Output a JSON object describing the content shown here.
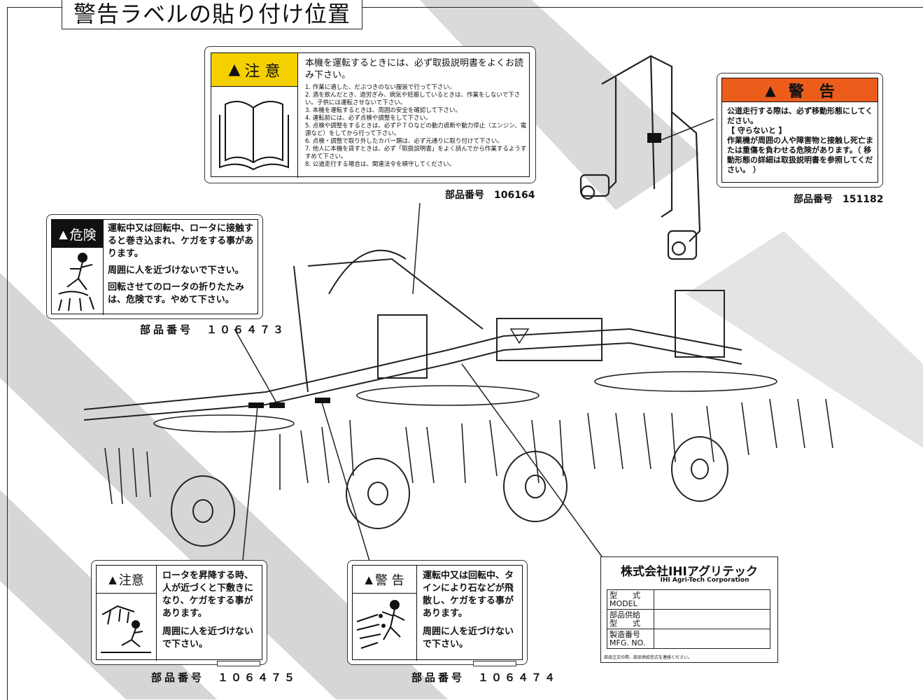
{
  "page": {
    "title": "警告ラベルの貼り付け位置"
  },
  "labels": {
    "caution_main": {
      "signal": "注 意",
      "heading": "本機を運転するときには、必ず取扱説明書をよくお読み下さい。",
      "items": [
        "1. 作業に適した、だぶつきのない服装で行って下さい。",
        "2. 酒を飲んだとき、過労ぎみ、病気や妊娠しているときは、作業をしないで下さい。子供には運転させないで下さい。",
        "3. 本機を運転するときは、周囲の安全を確認して下さい。",
        "4. 運転前には、必ず点検や調整をして下さい。",
        "5. 点検や調整をするときは、必ずＰＴＯなどの動力遮断や動力停止（エンジン、電源など）をしてから行って下さい。",
        "6. 点検・調整で取り外したカバー類は、必ず元通りに取り付けて下さい。",
        "7. 他人に本機を貸すときは、必ず「取扱説明書」をよく読んでから作業するようすすめて下さい。",
        "8. 公道走行する場合は、関連法令を順守してください。"
      ],
      "part_no": "部品番号　106164"
    },
    "warning_road": {
      "signal": "警　告",
      "lines": [
        "公道走行する際は、必ず移動形態にしてください。",
        "【 守らないと 】",
        "作業機が周囲の人や障害物と接触し死亡または重傷を負わせる危険があります。（ 移動形態の詳細は取扱説明書を参照してください。 ）"
      ],
      "part_no": "部品番号　151182"
    },
    "danger_rotor": {
      "signal": "危険",
      "p1": "運転中又は回転中、ロータに接触すると巻き込まれ、ケガをする事があります。",
      "p2": "周囲に人を近づけないで下さい。",
      "p3": "回転させてのロータの折りたたみは、危険です。やめて下さい。",
      "part_no": "部品番号　１０６４７３"
    },
    "caution_lift": {
      "signal": "注意",
      "p1": "ロータを昇降する時、人が近づくと下敷きになり、ケガをする事があります。",
      "p2": "周囲に人を近づけないで下さい。",
      "part_no": "部品番号　１０６４７５"
    },
    "warning_tine": {
      "signal": "警 告",
      "p1": "運転中又は回転中、タインにより石などが飛散し、ケガをする事があります。",
      "p2": "周囲に人を近づけないで下さい。",
      "part_no": "部品番号　１０６４７４"
    },
    "nameplate": {
      "company": "株式会社IHIアグリテック",
      "company_en": "IHI Agri-Tech Corporation",
      "rows": [
        {
          "ja": "型　　式",
          "en": "MODEL"
        },
        {
          "ja": "部品供給",
          "en": "型　　式"
        },
        {
          "ja": "製造番号",
          "en": "MFG. NO."
        }
      ],
      "footer": "部品注文の際、部品供給型式を連絡ください。"
    }
  },
  "colors": {
    "caution_yellow": "#f4d000",
    "warning_orange": "#ec5d1c",
    "danger_black": "#111111",
    "watermark_gray": "#c8c8c8"
  }
}
